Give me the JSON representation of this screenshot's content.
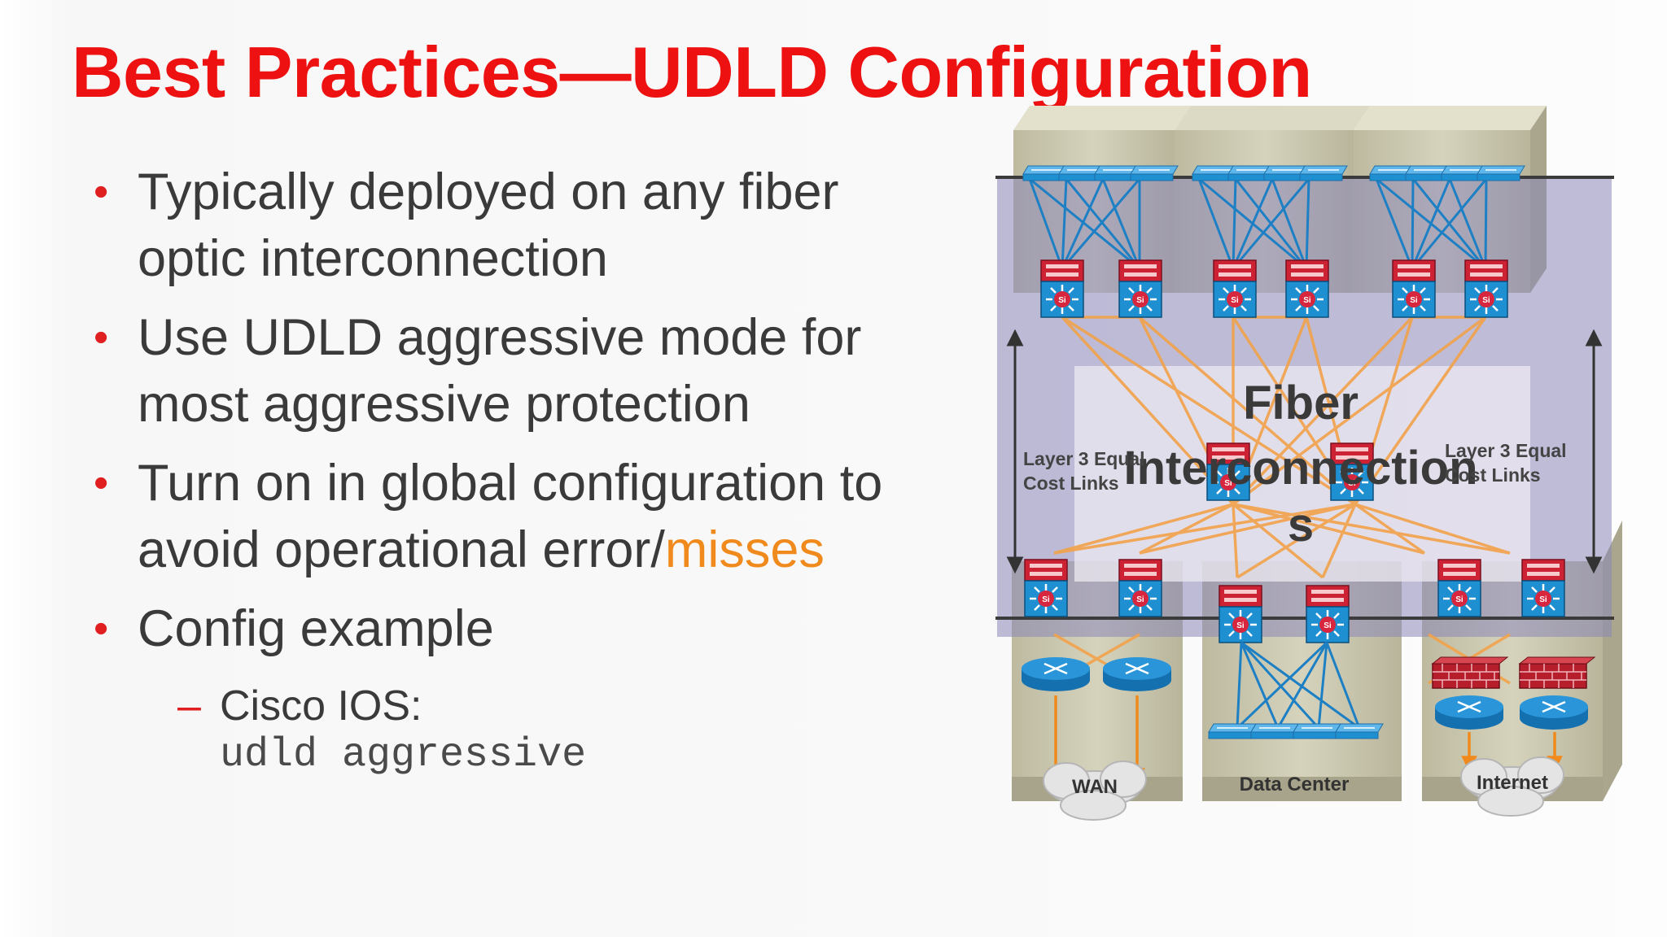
{
  "slide": {
    "title": "Best Practices—UDLD Configuration"
  },
  "bullets": [
    {
      "lines": [
        "Typically deployed on any fiber",
        "optic interconnection"
      ]
    },
    {
      "lines": [
        "Use UDLD aggressive mode for",
        "most aggressive protection"
      ]
    },
    {
      "lines": [
        "Turn on in global configuration to",
        "avoid operational error/"
      ],
      "accent": "misses"
    },
    {
      "lines": [
        "Config example"
      ]
    }
  ],
  "sub_bullet": {
    "label": "Cisco IOS:",
    "code": "udld aggressive"
  },
  "diagram": {
    "overlay_title_line1": "Fiber",
    "overlay_title_line2": "Interconnection",
    "overlay_title_line3": "s",
    "left_link_label_1": "Layer 3 Equal",
    "left_link_label_2": "Cost Links",
    "right_link_label_1": "Layer 3 Equal",
    "right_link_label_2": "Cost Links",
    "block_labels": [
      "WAN",
      "Data Center",
      "Internet"
    ],
    "switch_badge": "Si",
    "colors": {
      "cable_blue": "#1d7fc4",
      "cable_orange": "#f2a24a",
      "switch_red": "#cc2233",
      "switch_blue": "#1e8fd0",
      "building_beige": "#c9c6ae",
      "overlay_purple": "#8a86b8",
      "firewall_red": "#b51e2a"
    },
    "icons": [
      "layer3-switch-icon",
      "access-switch-icon",
      "router-icon",
      "firewall-icon",
      "cloud-icon"
    ]
  },
  "accent_color": "#f08a1c",
  "title_color": "#ee1111"
}
